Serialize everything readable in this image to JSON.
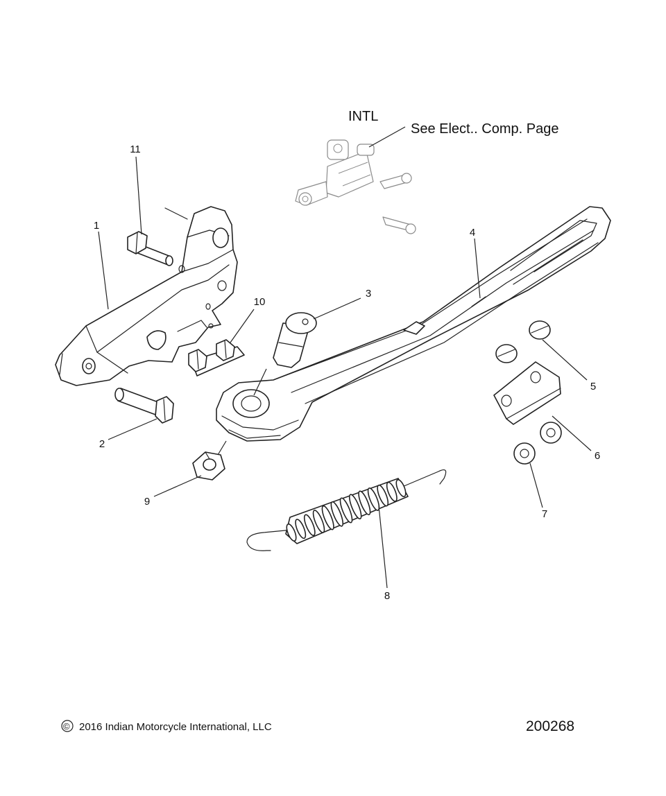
{
  "notes": {
    "region": "INTL",
    "reference": "See Elect.. Comp. Page"
  },
  "callouts": {
    "c1": "1",
    "c2": "2",
    "c3": "3",
    "c4": "4",
    "c5": "5",
    "c6": "6",
    "c7": "7",
    "c8": "8",
    "c9": "9",
    "c10": "10",
    "c11": "11"
  },
  "footer": {
    "copyright_symbol": "©",
    "copyright": "2016 Indian Motorcycle International, LLC",
    "figure_number": "200268"
  },
  "colors": {
    "line": "#222222",
    "ghost": "#8a8a8a",
    "background": "#ffffff"
  }
}
